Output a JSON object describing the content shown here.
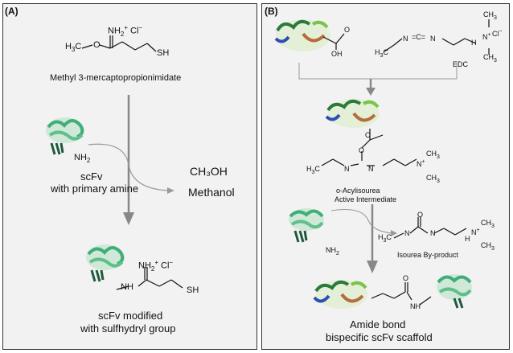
{
  "panel_a": {
    "label": "(A)",
    "reagent_atoms": {
      "nh2": "NH",
      "nh2_sub": "2",
      "cl": "Cl",
      "minus": "−",
      "plus": "+",
      "h3c": "H",
      "h3c_sub": "3",
      "c": "C",
      "o": "O",
      "sh": "SH"
    },
    "reagent_name": "Methyl 3-mercaptopropionimidate",
    "scfv_amine": "NH",
    "scfv_amine_sub": "2",
    "scfv_label_1": "scFv",
    "scfv_label_2": "with primary amine",
    "byproduct_formula": "CH₃OH",
    "byproduct_name": "Methanol",
    "product_atoms": {
      "nh2": "NH",
      "nh2_sub": "2",
      "cl": "Cl",
      "minus": "−",
      "plus": "+",
      "nh": "NH",
      "h": "H",
      "n": "N",
      "sh": "SH"
    },
    "product_label_1": "scFv modified",
    "product_label_2": "with sulfhydryl group"
  },
  "panel_b": {
    "label": "(B)",
    "carboxyl_oh": "OH",
    "carboxyl_o": "O",
    "edc_atoms": {
      "h3c": "H",
      "h3c_sub": "3",
      "c": "C",
      "n1": "N",
      "eq": "=C=",
      "n2": "N",
      "nplus": "N",
      "plus": "+",
      "h": "H",
      "ch3": "CH",
      "ch3_sub": "3",
      "cl": "Cl",
      "minus": "−"
    },
    "edc_label": "EDC",
    "intermediate_atoms": {
      "o": "O",
      "o2": "O",
      "n1": "N",
      "n2": "N",
      "h3c": "H",
      "h3c_sub": "3",
      "c": "C",
      "nplus": "N",
      "plus": "+",
      "ch3": "CH",
      "ch3_sub": "3"
    },
    "intermediate_label_1": "o-Acylisourea",
    "intermediate_label_2": "Active Intermediate",
    "scfv_amine": "NH",
    "scfv_amine_sub": "2",
    "isourea_atoms": {
      "o": "O",
      "n1": "N",
      "n2": "N",
      "h3c": "H",
      "h3c_sub": "3",
      "c": "C",
      "nplus": "N",
      "plus": "+",
      "h": "H",
      "ch3": "CH",
      "ch3_sub": "3"
    },
    "isourea_label": "Isourea By-product",
    "amide_o": "O",
    "amide_nh": "NH",
    "product_label_1": "Amide bond",
    "product_label_2": "bispecific scFv scaffold"
  }
}
